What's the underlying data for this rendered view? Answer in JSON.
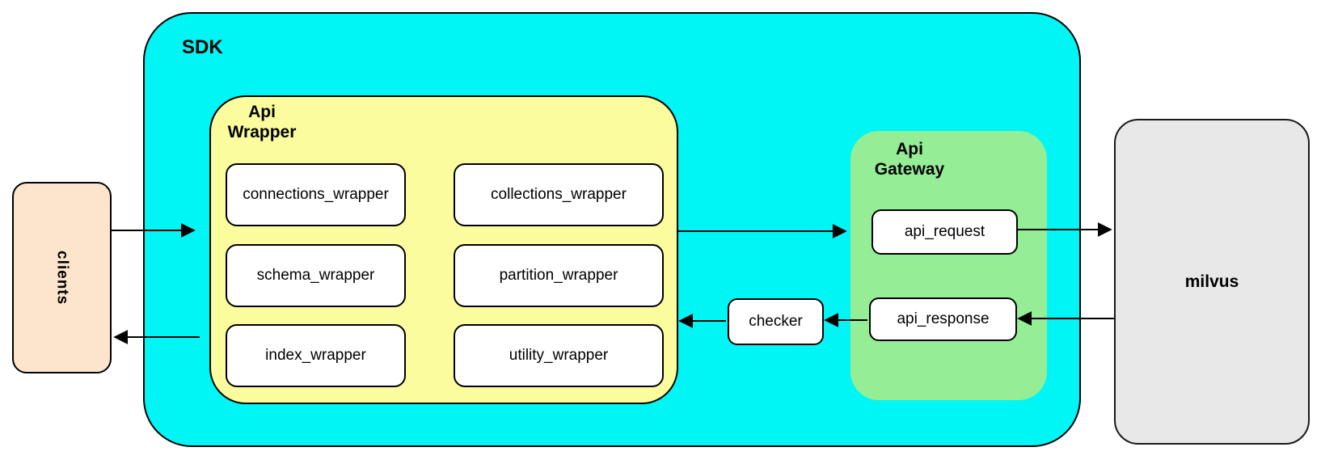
{
  "colors": {
    "sdk_fill": "#00f5f5",
    "wrapper_fill": "#fbfc9e",
    "gateway_fill": "#95ed95",
    "clients_fill": "#fce5cc",
    "milvus_fill": "#e8e8e8",
    "box_fill": "#ffffff",
    "stroke": "#000000"
  },
  "clients": {
    "label": "clients"
  },
  "sdk": {
    "label": "SDK"
  },
  "api_wrapper": {
    "title_line1": "Api",
    "title_line2": "Wrapper",
    "boxes": [
      "connections_wrapper",
      "collections_wrapper",
      "schema_wrapper",
      "partition_wrapper",
      "index_wrapper",
      "utility_wrapper"
    ]
  },
  "checker": {
    "label": "checker"
  },
  "api_gateway": {
    "title_line1": "Api",
    "title_line2": "Gateway",
    "boxes": [
      "api_request",
      "api_response"
    ]
  },
  "milvus": {
    "label": "milvus"
  }
}
